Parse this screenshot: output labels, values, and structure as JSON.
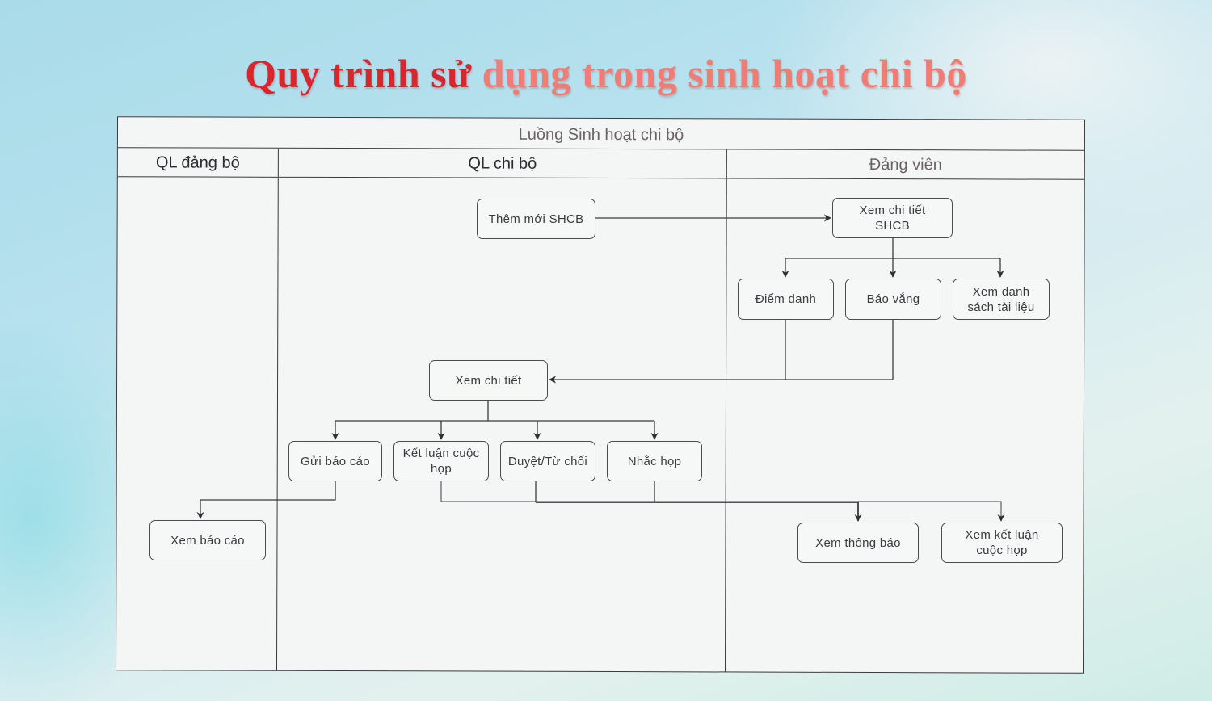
{
  "slide": {
    "title_part1": "Quy trình sử ",
    "title_part2": "dụng trong sinh hoạt chi bộ",
    "title_colors": {
      "part1": "#d8262f",
      "part2": "#ef7d76"
    }
  },
  "diagram": {
    "pool_title": "Luồng Sinh hoạt chi bộ",
    "lanes": [
      {
        "id": "ql-dang-bo",
        "label": "QL đảng bộ"
      },
      {
        "id": "ql-chi-bo",
        "label": "QL chi bộ"
      },
      {
        "id": "dang-vien",
        "label": "Đảng viên"
      }
    ],
    "nodes": {
      "them_moi_shcb": {
        "lane": "QL chi bộ",
        "label": "Thêm mới SHCB"
      },
      "xem_chi_tiet_shcb": {
        "lane": "Đảng viên",
        "label": "Xem chi tiết SHCB"
      },
      "diem_danh": {
        "lane": "Đảng viên",
        "label": "Điểm danh"
      },
      "bao_vang": {
        "lane": "Đảng viên",
        "label": "Báo vắng"
      },
      "xem_danh_sach_tai_lieu": {
        "lane": "Đảng viên",
        "label": "Xem danh sách tài liệu"
      },
      "xem_chi_tiet": {
        "lane": "QL chi bộ",
        "label": "Xem chi tiết"
      },
      "gui_bao_cao": {
        "lane": "QL chi bộ",
        "label": "Gửi báo cáo"
      },
      "ket_luan_cuoc_hop": {
        "lane": "QL chi bộ",
        "label": "Kết luận cuộc họp"
      },
      "duyet_tu_choi": {
        "lane": "QL chi bộ",
        "label": "Duyệt/Từ chối"
      },
      "nhac_hop": {
        "lane": "QL chi bộ",
        "label": "Nhắc họp"
      },
      "xem_bao_cao": {
        "lane": "QL đảng bộ",
        "label": "Xem báo cáo"
      },
      "xem_thong_bao": {
        "lane": "Đảng viên",
        "label": "Xem thông báo"
      },
      "xem_ket_luan_cuoc_hop": {
        "lane": "Đảng viên",
        "label": "Xem kết luận cuộc họp"
      }
    },
    "edges": [
      {
        "from": "Thêm mới SHCB",
        "to": "Xem chi tiết SHCB"
      },
      {
        "from": "Xem chi tiết SHCB",
        "to": "Điểm danh"
      },
      {
        "from": "Xem chi tiết SHCB",
        "to": "Báo vắng"
      },
      {
        "from": "Xem chi tiết SHCB",
        "to": "Xem danh sách tài liệu"
      },
      {
        "from": "Điểm danh",
        "to": "Xem chi tiết"
      },
      {
        "from": "Báo vắng",
        "to": "Xem chi tiết"
      },
      {
        "from": "Xem chi tiết",
        "to": "Gửi báo cáo"
      },
      {
        "from": "Xem chi tiết",
        "to": "Kết luận cuộc họp"
      },
      {
        "from": "Xem chi tiết",
        "to": "Duyệt/Từ chối"
      },
      {
        "from": "Xem chi tiết",
        "to": "Nhắc họp"
      },
      {
        "from": "Gửi báo cáo",
        "to": "Xem báo cáo"
      },
      {
        "from": "Duyệt/Từ chối",
        "to": "Xem thông báo"
      },
      {
        "from": "Nhắc họp",
        "to": "Xem thông báo"
      },
      {
        "from": "Kết luận cuộc họp",
        "to": "Xem kết luận cuộc họp"
      }
    ],
    "colors": {
      "line": "#3a3a3e",
      "node_border": "#4a4a50",
      "lane_bg": "#f4f5f5"
    }
  }
}
